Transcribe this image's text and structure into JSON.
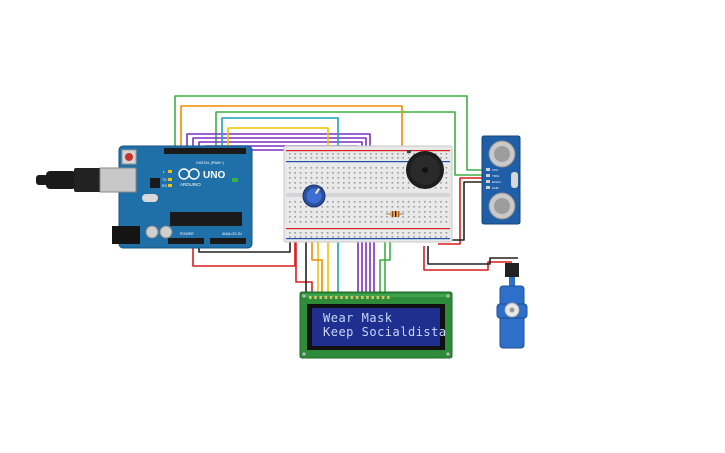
{
  "arduino": {
    "model_label": "UNO",
    "brand_label": "ARDUINO",
    "digital_label": "DIGITAL (PWM~)",
    "analog_label": "ANALOG IN",
    "power_label": "POWER",
    "tx_label": "TX",
    "rx_label": "RX",
    "l_label": "L"
  },
  "lcd": {
    "line1": "Wear Mask",
    "line2": "Keep Socialdista"
  },
  "sensor": {
    "pin_labels": [
      "VCC",
      "TRIG",
      "ECHO",
      "GND"
    ]
  },
  "colors": {
    "arduino_board": "#1f6fa8",
    "breadboard": "#e9e9e9",
    "lcd_screen": "#1f2f8f",
    "lcd_board": "#2e8b3a",
    "wire_green": "#3cb043",
    "wire_orange": "#f08c00",
    "wire_purple": "#7b2fbf",
    "wire_teal": "#1aa3b8",
    "wire_yellow": "#f2c200",
    "wire_red": "#d81e1e",
    "wire_black": "#222222",
    "servo": "#2d6fc9"
  }
}
